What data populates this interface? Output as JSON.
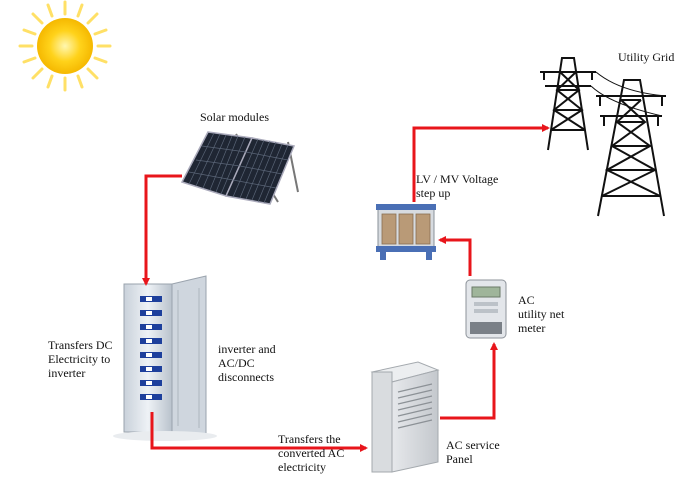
{
  "labels": {
    "utility_grid": "Utility Grid",
    "solar_modules": "Solar modules",
    "transformer": "LV / MV Voltage\nstep up",
    "meter": "AC\nutility net\nmeter",
    "dc_transfer": "Transfers DC\nElectricity to\ninverter",
    "inverter": "inverter and\nAC/DC\ndisconnects",
    "ac_transfer": "Transfers the\nconverted AC\nelectricity",
    "service_panel": "AC service\nPanel"
  },
  "colors": {
    "arrow": "#e8151b",
    "sun_core": "#ffd21a",
    "sun_rays": "#ffdf55",
    "panel_cell": "#1f2633",
    "tower": "#111111",
    "cabinet": "#dde3ea",
    "breaker": "#1d3f9c"
  }
}
